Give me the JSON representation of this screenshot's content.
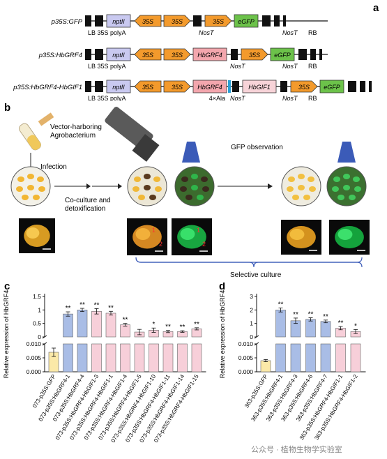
{
  "panels": {
    "a": "a",
    "b": "b",
    "c": "c",
    "d": "d"
  },
  "constructs": [
    {
      "name": "p35S:GFP",
      "parts": [
        {
          "t": "box",
          "text": "nptII",
          "color": "#c9c9f0"
        },
        {
          "t": "arrowL",
          "text": "35S"
        },
        {
          "t": "arrowR",
          "text": "35S"
        },
        {
          "t": "black"
        },
        {
          "t": "arrowR",
          "text": "35S"
        },
        {
          "t": "box",
          "text": "eGFP",
          "color": "#6cc24a"
        }
      ],
      "below": [
        "LB 35S polyA",
        "NosT",
        "NosT",
        "RB"
      ]
    },
    {
      "name": "p35S:HbGRF4",
      "parts": [
        {
          "t": "box",
          "text": "nptII",
          "color": "#c9c9f0"
        },
        {
          "t": "arrowL",
          "text": "35S"
        },
        {
          "t": "arrowR",
          "text": "35S"
        },
        {
          "t": "box",
          "text": "HbGRF4",
          "color": "#f3a6ad"
        },
        {
          "t": "arrowR",
          "text": "35S"
        },
        {
          "t": "box",
          "text": "eGFP",
          "color": "#6cc24a"
        }
      ],
      "below": [
        "LB 35S polyA",
        "NosT",
        "NosT",
        "RB"
      ]
    },
    {
      "name": "p35S:HbGRF4-HbGIF1",
      "parts": [
        {
          "t": "box",
          "text": "nptII",
          "color": "#c9c9f0"
        },
        {
          "t": "arrowL",
          "text": "35S"
        },
        {
          "t": "arrowR",
          "text": "35S"
        },
        {
          "t": "box",
          "text": "HbGRF4",
          "color": "#f3a6ad"
        },
        {
          "t": "box",
          "text": "HbGIF1",
          "color": "#f7d3d8"
        },
        {
          "t": "arrowR",
          "text": "35S"
        },
        {
          "t": "box",
          "text": "eGFP",
          "color": "#6cc24a"
        }
      ],
      "below": [
        "LB 35S polyA",
        "4×Ala",
        "NosT",
        "NosT",
        "RB"
      ]
    }
  ],
  "workflow": {
    "vector_label": [
      "Vector-harboring",
      "Agrobacterium"
    ],
    "infection": "Infection",
    "coculture": [
      "Co-culture and",
      "detoxification"
    ],
    "gfp": "GFP observation",
    "selective": "Selective culture",
    "marks": [
      "1",
      "2",
      "1",
      "2"
    ]
  },
  "chart_data": [
    {
      "type": "bar",
      "panel": "c",
      "ylabel": "Relative expression of HbGRF4",
      "ylim_low": [
        0,
        0.01
      ],
      "ylim_high": [
        0,
        1.5
      ],
      "ticks_low": [
        "0.000",
        "0.005",
        "0.010"
      ],
      "ticks_high": [
        "0",
        "0.5",
        "1",
        "1.5"
      ],
      "categories": [
        "073-p35S:GFP",
        "073-p35S:HbGRF4-1",
        "073-p35S:HbGRF4-4",
        "073-p35S:HbGRF4-HbGIF1-3",
        "073-p35S:HbGRF4-HbGIF1-1",
        "073-p35S:HbGRF4-HbGIF1-4",
        "073-p35S:HbGRF4-HbGIF1-5",
        "073-p35S:HbGRF4-HbGIF1-10",
        "073-p35S:HbGRF4-HbGIF1-11",
        "073-p35S:HbGRF4-HbGIF1-14",
        "073-p35S:HbGRF4-HbGIF1-15"
      ],
      "values": [
        0.007,
        0.85,
        1.0,
        0.95,
        0.88,
        0.45,
        0.18,
        0.25,
        0.2,
        0.2,
        0.3
      ],
      "errors": [
        0.0015,
        0.08,
        0.06,
        0.1,
        0.07,
        0.05,
        0.1,
        0.08,
        0.04,
        0.03,
        0.04
      ],
      "significance": [
        "",
        "**",
        "**",
        "**",
        "**",
        "**",
        "",
        "*",
        "**",
        "**",
        "**"
      ],
      "colors": [
        "#fbe9a8",
        "#a9bde6",
        "#a9bde6",
        "#f7cfd9",
        "#f7cfd9",
        "#f7cfd9",
        "#f7cfd9",
        "#f7cfd9",
        "#f7cfd9",
        "#f7cfd9",
        "#f7cfd9"
      ]
    },
    {
      "type": "bar",
      "panel": "d",
      "ylabel": "Relative expression of HbGRF4",
      "ylim_low": [
        0,
        0.01
      ],
      "ylim_high": [
        0,
        3
      ],
      "ticks_low": [
        "0.000",
        "0.005",
        "0.010"
      ],
      "ticks_high": [
        "0",
        "1",
        "2",
        "3"
      ],
      "categories": [
        "363-p35S:GFP",
        "363-p35S:HbGRF4-1",
        "363-p35S:HbGRF4-3",
        "363-p35S:HbGRF4-6",
        "363-p35S:HbGRF4-7",
        "363-p35S:HbGRF4-HbGIF1-1",
        "363-p35S:HbGRF4-HbGIF1-2"
      ],
      "values": [
        0.004,
        2.0,
        1.2,
        1.3,
        1.15,
        0.65,
        0.4
      ],
      "errors": [
        0.0004,
        0.15,
        0.2,
        0.12,
        0.1,
        0.12,
        0.15
      ],
      "significance": [
        "",
        "**",
        "**",
        "**",
        "**",
        "**",
        "*"
      ],
      "colors": [
        "#fbe9a8",
        "#a9bde6",
        "#a9bde6",
        "#a9bde6",
        "#a9bde6",
        "#f7cfd9",
        "#f7cfd9"
      ]
    }
  ],
  "watermark": "公众号 · 植物生物学实验室"
}
